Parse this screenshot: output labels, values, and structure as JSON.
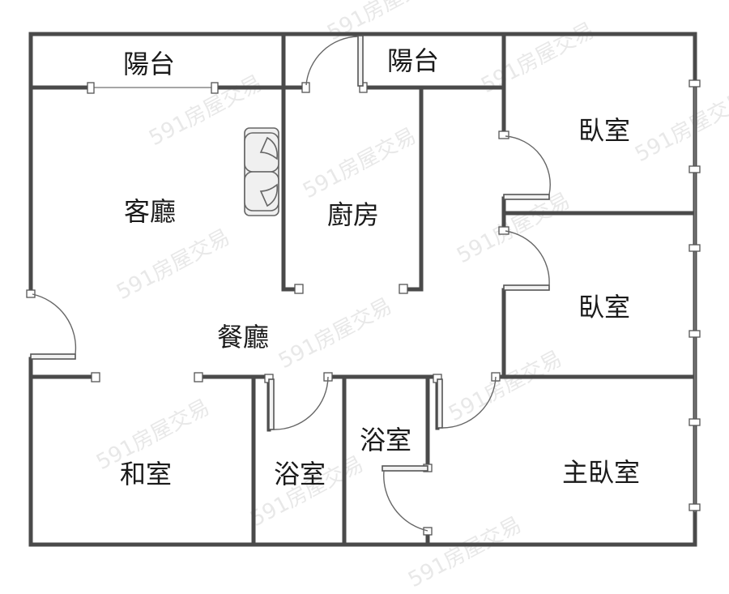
{
  "rooms": {
    "balcony_left": "陽台",
    "balcony_right": "陽台",
    "living_room": "客廳",
    "kitchen": "廚房",
    "bedroom_top": "臥室",
    "bedroom_middle": "臥室",
    "dining_room": "餐廳",
    "japanese_room": "和室",
    "bathroom_left": "浴室",
    "bathroom_right": "浴室",
    "master_bedroom": "主臥室"
  },
  "watermark": "591房屋交易",
  "colors": {
    "wall": "#4a4a4a",
    "label": "#1a1a1a",
    "watermark": "#d6d6d6"
  }
}
